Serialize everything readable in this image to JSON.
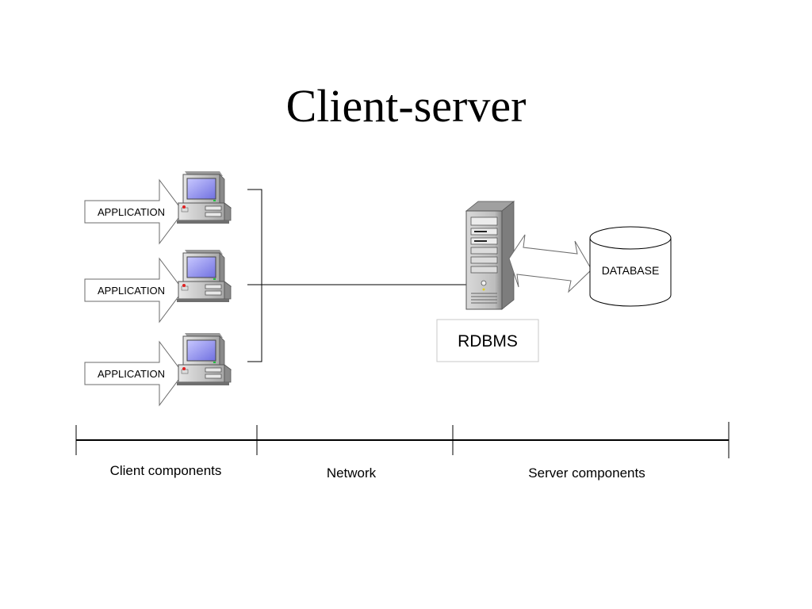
{
  "title": "Client-server",
  "clients": [
    {
      "label": "APPLICATION"
    },
    {
      "label": "APPLICATION"
    },
    {
      "label": "APPLICATION"
    }
  ],
  "server": {
    "label": "RDBMS"
  },
  "database": {
    "label": "DATABASE"
  },
  "scale": {
    "segments": [
      {
        "label": "Client components"
      },
      {
        "label": "Network"
      },
      {
        "label": "Server components"
      }
    ]
  },
  "colors": {
    "screen": "#8c8cf0",
    "case": "#c8c8c8",
    "case_dark": "#8a8a8a",
    "led_red": "#e02020",
    "led_green": "#20c040",
    "line": "#000000"
  }
}
